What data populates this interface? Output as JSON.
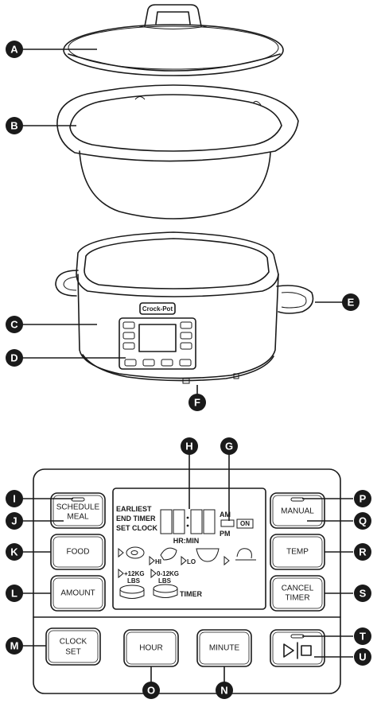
{
  "callouts": {
    "A": "A",
    "B": "B",
    "C": "C",
    "D": "D",
    "E": "E",
    "F": "F",
    "G": "G",
    "H": "H",
    "I": "I",
    "J": "J",
    "K": "K",
    "L": "L",
    "M": "M",
    "N": "N",
    "O": "O",
    "P": "P",
    "Q": "Q",
    "R": "R",
    "S": "S",
    "T": "T",
    "U": "U"
  },
  "brand": "Crock-Pot",
  "buttons": {
    "schedule_meal": [
      "SCHEDULE",
      "MEAL"
    ],
    "food": "FOOD",
    "amount": "AMOUNT",
    "clock_set": [
      "CLOCK",
      "SET"
    ],
    "hour": "HOUR",
    "minute": "MINUTE",
    "manual": "MANUAL",
    "temp": "TEMP",
    "cancel_timer": [
      "CANCEL",
      "TIMER"
    ],
    "play_stop": "▷|□"
  },
  "lcd": {
    "earliest": "EARLIEST",
    "end_timer": "END TIMER",
    "set_clock": "SET CLOCK",
    "hr_min": "HR:MIN",
    "am": "AM",
    "pm": "PM",
    "on": "ON",
    "hi": "HI",
    "lo": "LO",
    "weight_1": [
      "+12KG",
      "LBS"
    ],
    "weight_2": [
      "0-12KG",
      "LBS"
    ],
    "timer": "TIMER"
  }
}
